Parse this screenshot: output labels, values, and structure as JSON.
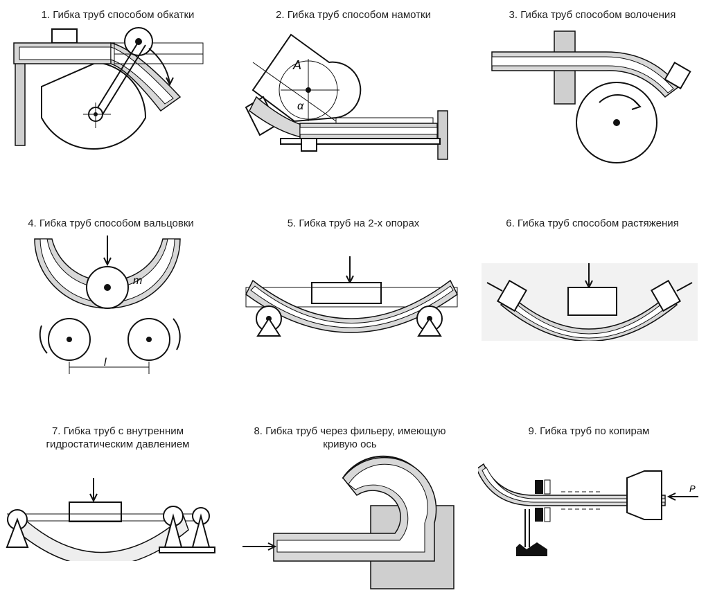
{
  "captions": [
    "1. Гибка труб способом обкатки",
    "2. Гибка труб способом намотки",
    "3. Гибка труб способом волочения",
    "4. Гибка труб способом вальцовки",
    "5. Гибка труб на 2-х опорах",
    "6. Гибка труб способом растяжения",
    "7. Гибка труб с внутренним гидростатическим давлением",
    "8. Гибка труб через фильеру, имеющую кривую ось",
    "9. Гибка труб по копирам"
  ],
  "labels": {
    "fig2_a": "A",
    "fig2_alpha": "α",
    "fig4_m": "m",
    "fig4_l": "l",
    "fig9_p": "P"
  }
}
